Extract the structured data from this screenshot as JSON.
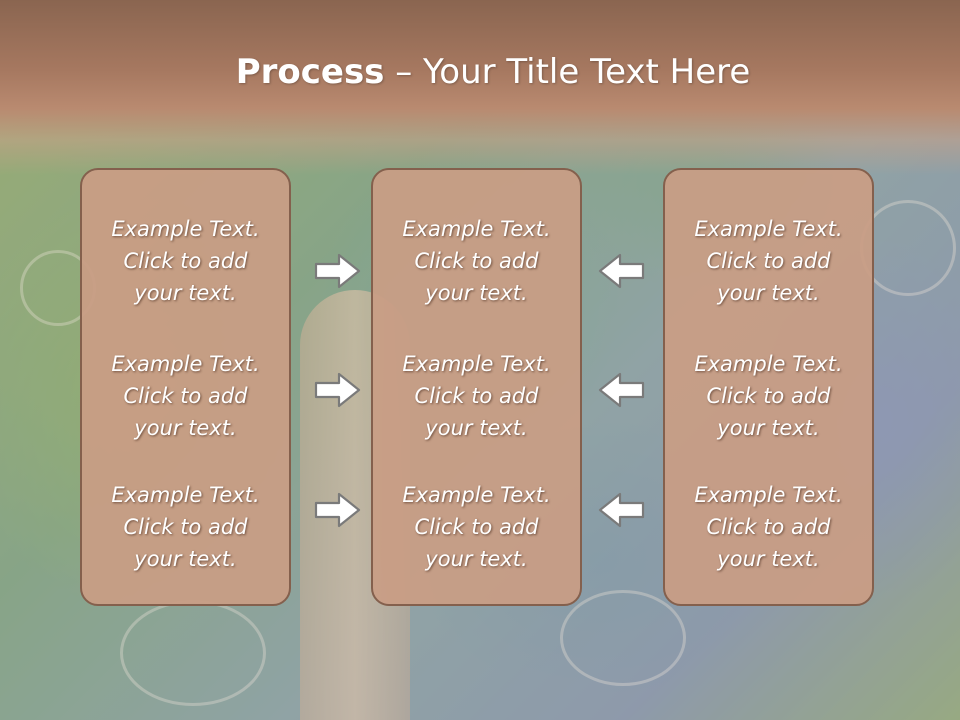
{
  "slide": {
    "title_bold": "Process",
    "title_rest": " – Your Title Text Here",
    "columns": [
      {
        "items": [
          {
            "line1": "Example Text.",
            "line2": "Click  to add",
            "line3": "your text."
          },
          {
            "line1": "Example Text.",
            "line2": "Click  to add",
            "line3": "your text."
          },
          {
            "line1": "Example Text.",
            "line2": "Click  to add",
            "line3": "your text."
          }
        ]
      },
      {
        "items": [
          {
            "line1": "Example Text.",
            "line2": "Click  to add",
            "line3": "your text."
          },
          {
            "line1": "Example Text.",
            "line2": "Click  to add",
            "line3": "your text."
          },
          {
            "line1": "Example Text.",
            "line2": "Click  to add",
            "line3": "your text."
          }
        ]
      },
      {
        "items": [
          {
            "line1": "Example Text.",
            "line2": "Click  to add",
            "line3": "your text."
          },
          {
            "line1": "Example Text.",
            "line2": "Click  to add",
            "line3": "your text."
          },
          {
            "line1": "Example Text.",
            "line2": "Click  to add",
            "line3": "your text."
          }
        ]
      }
    ],
    "arrows_left": [
      "arrow-right-icon",
      "arrow-right-icon",
      "arrow-right-icon"
    ],
    "arrows_right": [
      "arrow-left-icon",
      "arrow-left-icon",
      "arrow-left-icon"
    ]
  },
  "colors": {
    "header": "#a67860",
    "box_fill": "#c99d85",
    "box_border": "#84604d",
    "text": "#ffffff"
  }
}
